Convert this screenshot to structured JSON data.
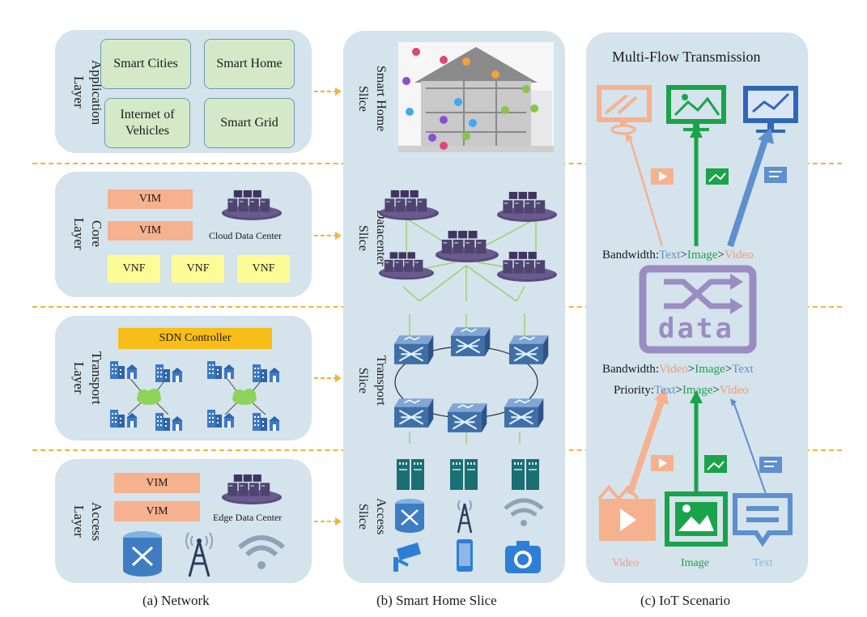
{
  "network": {
    "application": {
      "title": "Application\nLayer",
      "items": [
        "Smart Cities",
        "Smart Home",
        "Internet of\nVehicles",
        "Smart Grid"
      ]
    },
    "core": {
      "title": "Core\nLayer",
      "vim1": "VIM",
      "vim2": "VIM",
      "vnf": [
        "VNF",
        "VNF",
        "VNF"
      ],
      "dc_label": "Cloud Data Center"
    },
    "transport": {
      "title": "Transport\nLayer",
      "sdn": "SDN Controller"
    },
    "access": {
      "title": "Access\nLayer",
      "vim1": "VIM",
      "vim2": "VIM",
      "dc_label": "Edge Data Center"
    }
  },
  "slice": {
    "smart_home": "Smart Home\nSlice",
    "datacenter": "Datacenter\nSlice",
    "transport": "Transport\nSlice",
    "access": "Access\nSlice"
  },
  "iot": {
    "title": "Multi-Flow Transmission",
    "bw_down": {
      "prefix": "Bandwidth:",
      "a": "Text",
      "sep1": ">",
      "b": "Image",
      "sep2": ">",
      "c": "Video"
    },
    "bw_up": {
      "prefix": "Bandwidth:",
      "a": "Video",
      "sep1": ">",
      "b": "Image",
      "sep2": ">",
      "c": "Text"
    },
    "priority": {
      "prefix": "Priority:",
      "a": "Text",
      "sep1": ">",
      "b": "Image",
      "sep2": ">",
      "c": "Video"
    },
    "data_word": "data",
    "media": [
      "Video",
      "Image",
      "Text"
    ]
  },
  "captions": [
    "(a) Network",
    "(b) Smart Home Slice",
    "(c) IoT Scenario"
  ],
  "colors": {
    "text": "#5e8fce",
    "image": "#1aa34a",
    "video": "#f49a72",
    "panel": "#d4e3ec",
    "dash": "#f0b43a",
    "router": "#3f6fa6",
    "server": "#4e4470"
  }
}
